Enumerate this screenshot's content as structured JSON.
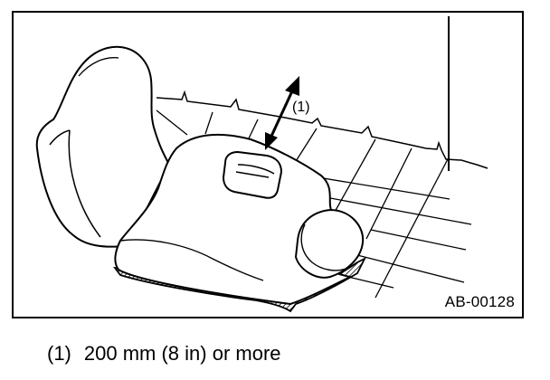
{
  "figure": {
    "id_label": "AB-00128",
    "callout_label": "(1)"
  },
  "legend": {
    "number": "(1)",
    "text": "200 mm (8 in) or more"
  }
}
